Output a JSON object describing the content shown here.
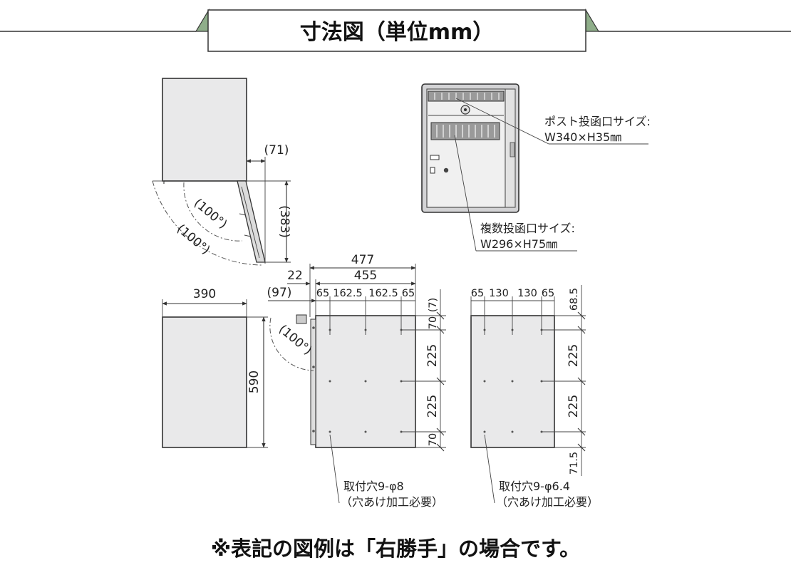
{
  "header": {
    "title": "寸法図（単位mm）",
    "rule_color": "#333333",
    "accent_color": "#8fae8a"
  },
  "side_view_top": {
    "dim_71": "(71)",
    "dim_383": "(383)",
    "angle_inner": "(100°)",
    "angle_outer": "(100°)"
  },
  "front_detail": {
    "post_slot_label": "ポスト投函口サイズ:",
    "post_slot_size": "W340×H35㎜",
    "multi_slot_label": "複数投函口サイズ:",
    "multi_slot_size": "W296×H75㎜"
  },
  "side_view": {
    "width": "390",
    "height": "590"
  },
  "front_view": {
    "dim_477": "477",
    "dim_455": "455",
    "dim_22": "22",
    "dim_97": "(97)",
    "top_dims": [
      "65",
      "162.5",
      "162.5",
      "65"
    ],
    "right_dims": [
      "(7)",
      "70",
      "225",
      "225",
      "70"
    ],
    "angle": "(100°)",
    "note_line1": "取付穴9-φ8",
    "note_line2": "（穴あけ加工必要）"
  },
  "back_view": {
    "top_dims": [
      "65",
      "130",
      "130",
      "65"
    ],
    "right_dims": [
      "68.5",
      "225",
      "225",
      "71.5"
    ],
    "note_line1": "取付穴9-φ6.4",
    "note_line2": "（穴あけ加工必要）"
  },
  "footer": {
    "note": "※表記の図例は「右勝手」の場合です。"
  }
}
